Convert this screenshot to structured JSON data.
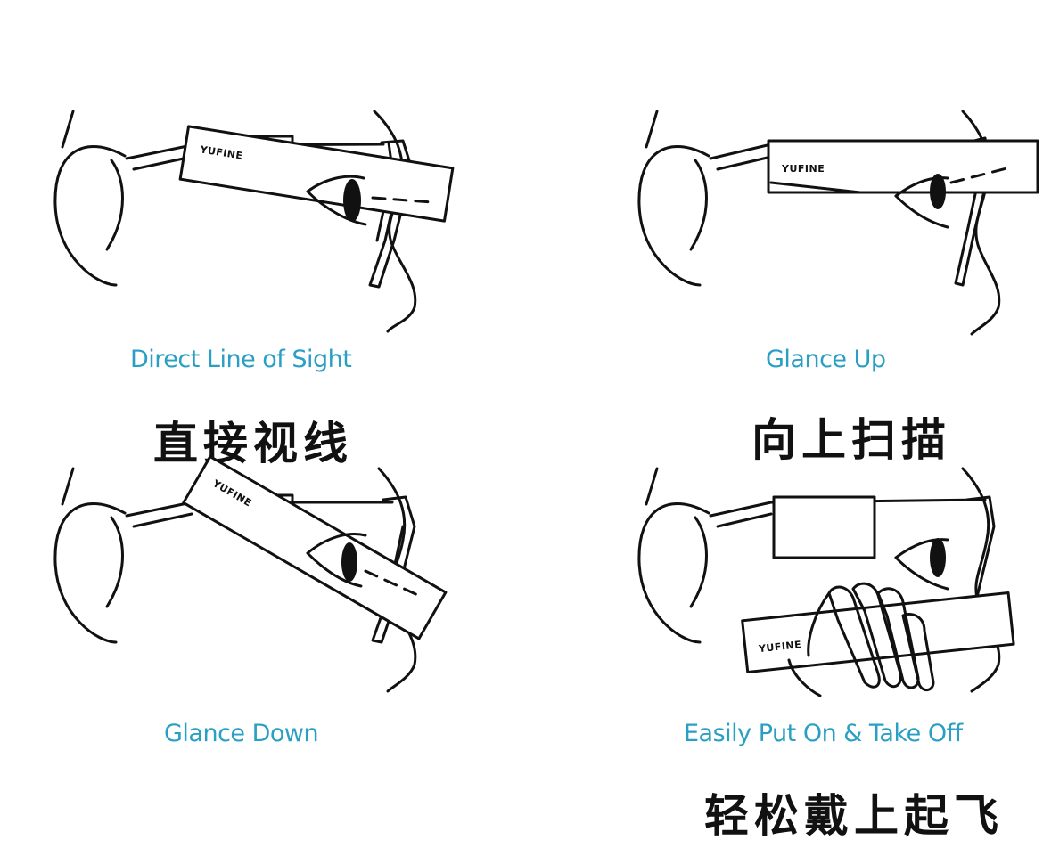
{
  "brand_label": "YUFINE",
  "accent_color": "#2a9fc4",
  "panels": [
    {
      "caption_en": "Direct Line of Sight",
      "caption_zh": "直接视线"
    },
    {
      "caption_en": "Glance Up",
      "caption_zh": "向上扫描"
    },
    {
      "caption_en": "Glance Down",
      "caption_zh": ""
    },
    {
      "caption_en": "Easily Put On & Take Off",
      "caption_zh": "轻松戴上起飞"
    }
  ]
}
